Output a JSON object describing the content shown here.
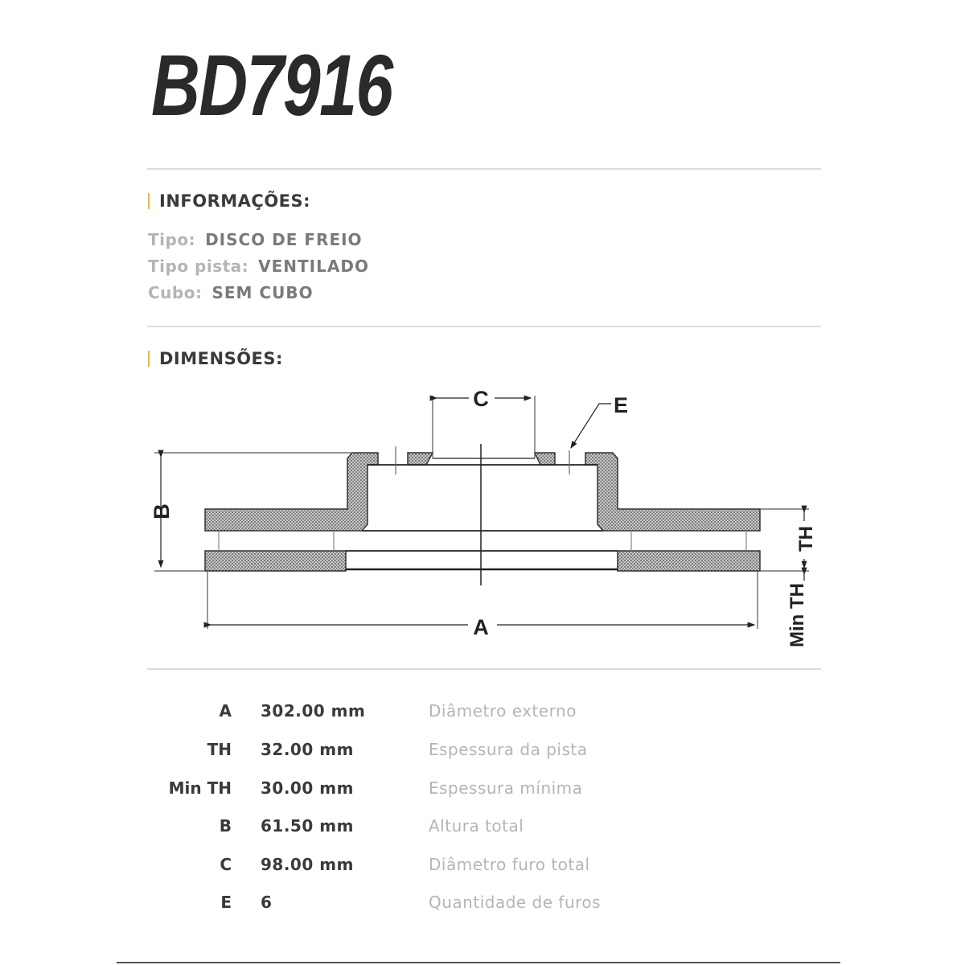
{
  "title": "BD7916",
  "info_section": {
    "heading": "INFORMAÇÕES:",
    "rows": [
      {
        "label": "Tipo:",
        "value": "DISCO DE FREIO"
      },
      {
        "label": "Tipo pista:",
        "value": "VENTILADO"
      },
      {
        "label": "Cubo:",
        "value": "SEM CUBO"
      }
    ]
  },
  "dimensions_section": {
    "heading": "DIMENSÕES:",
    "diagram_labels": {
      "A": "A",
      "B": "B",
      "C": "C",
      "E": "E",
      "TH": "TH",
      "MinTH": "Min TH"
    },
    "rows": [
      {
        "key": "A",
        "value": "302.00 mm",
        "desc": "Diâmetro externo"
      },
      {
        "key": "TH",
        "value": "32.00 mm",
        "desc": "Espessura da pista"
      },
      {
        "key": "Min TH",
        "value": "30.00 mm",
        "desc": "Espessura mínima"
      },
      {
        "key": "B",
        "value": "61.50 mm",
        "desc": "Altura total"
      },
      {
        "key": "C",
        "value": "98.00 mm",
        "desc": "Diâmetro furo total"
      },
      {
        "key": "E",
        "value": "6",
        "desc": "Quantidade de furos"
      }
    ]
  },
  "colors": {
    "accent": "#e8b84a",
    "text": "#3a3a3a",
    "muted": "#b5b5b5"
  }
}
